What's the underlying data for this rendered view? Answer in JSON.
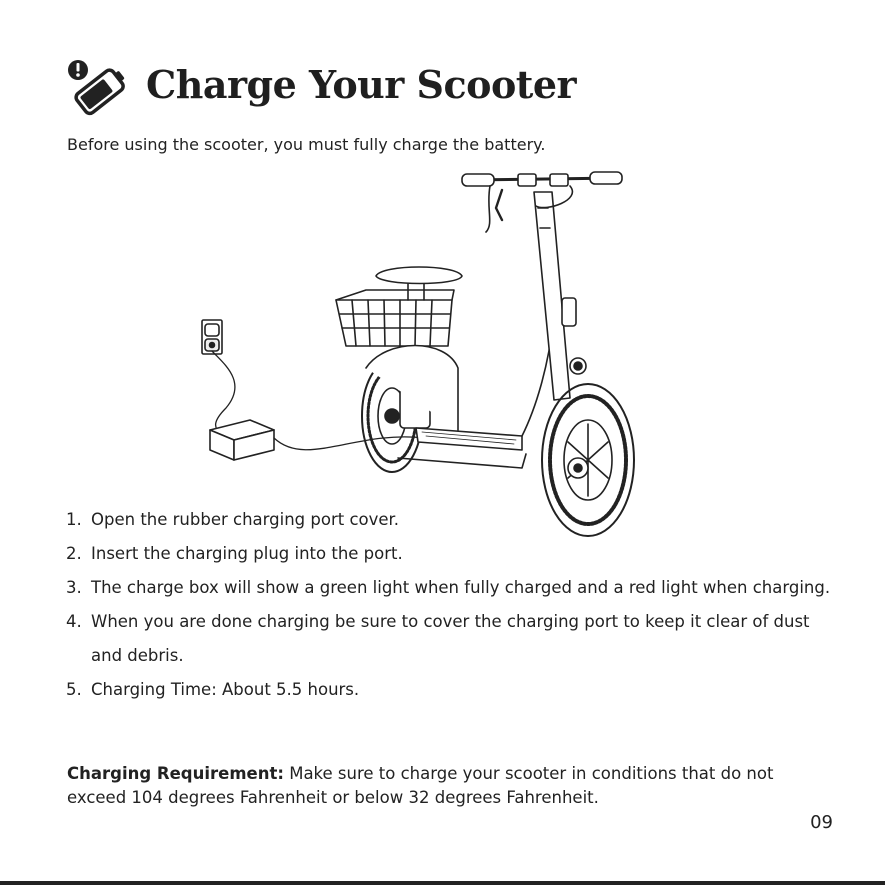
{
  "header": {
    "title": "Charge Your Scooter",
    "icon": "battery-warning-icon"
  },
  "intro": "Before using the scooter, you must fully charge the battery.",
  "steps": [
    {
      "num": "1.",
      "text": "Open the rubber charging port cover."
    },
    {
      "num": "2.",
      "text": "Insert the charging plug into the port."
    },
    {
      "num": "3.",
      "text": "The charge box will show a green light when fully charged and a red light when charging."
    },
    {
      "num": "4.",
      "text": "When you are done charging be sure to cover the charging port to keep it clear of dust and debris."
    },
    {
      "num": "5.",
      "text": "Charging Time: About 5.5 hours."
    }
  ],
  "requirement": {
    "label": "Charging Requirement:",
    "text": "Make sure to charge your scooter in conditions that do not exceed 104 degrees Fahrenheit or below 32 degrees Fahrenheit."
  },
  "page_number": "09",
  "colors": {
    "text": "#1f1f1f",
    "line_art": "#222222"
  }
}
